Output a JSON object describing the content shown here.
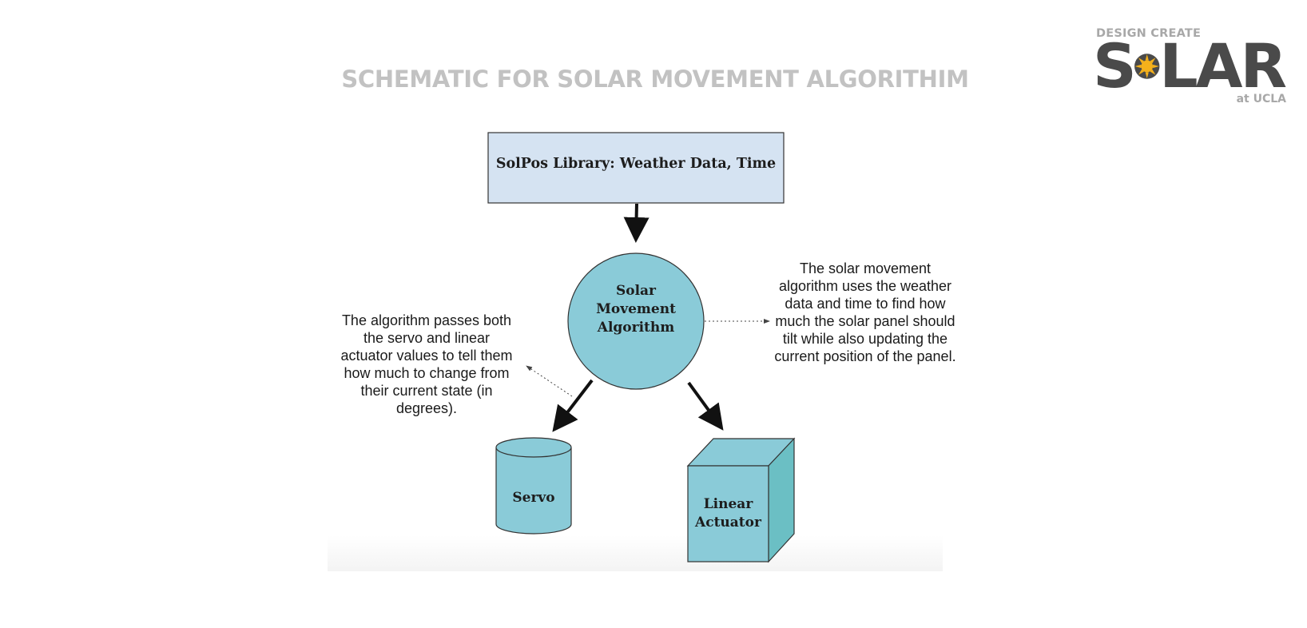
{
  "title": "SCHEMATIC FOR SOLAR MOVEMENT ALGORITHIM",
  "logo": {
    "line1": "DESIGN CREATE",
    "word_before": "S",
    "word_after": "LAR",
    "line3": "at UCLA",
    "sun_color": "#f5b11b",
    "text_color": "#4a4a4a"
  },
  "diagram": {
    "source_box": "SolPos Library: Weather Data, Time",
    "algorithm": "Solar Movement Algorithm",
    "servo": "Servo",
    "actuator": "Linear Actuator",
    "note_right": "The solar movement algorithm uses the weather data and time to find how much the solar panel should tilt while also updating the current position of the panel.",
    "note_left": "The algorithm passes both the servo and linear actuator values to tell them how much to change from their current state (in degrees)."
  },
  "colors": {
    "source_fill": "#d5e3f2",
    "node_fill": "#8acbd8",
    "cube_side": "#6bbfc4",
    "title_gray": "#c2c2c2"
  }
}
